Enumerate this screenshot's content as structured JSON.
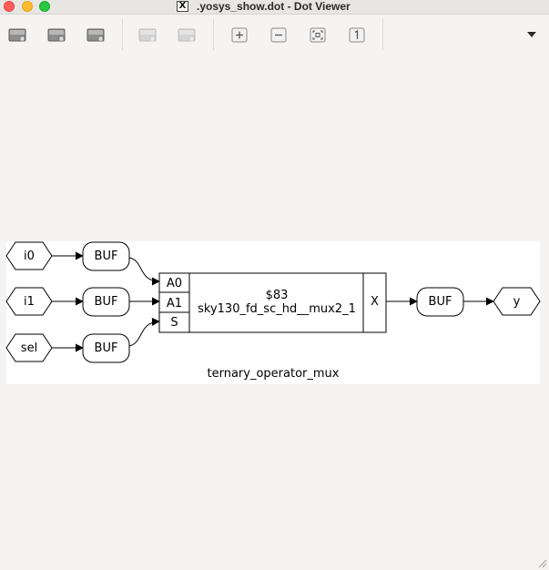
{
  "window": {
    "title": ".yosys_show.dot - Dot Viewer",
    "app_glyph": "X"
  },
  "toolbar": {
    "buttons": [
      {
        "name": "open-icon",
        "enabled": true
      },
      {
        "name": "save-icon",
        "enabled": true
      },
      {
        "name": "print-icon",
        "enabled": true
      },
      {
        "name": "back-icon",
        "enabled": false
      },
      {
        "name": "forward-icon",
        "enabled": false
      },
      {
        "name": "zoom-in-icon",
        "enabled": true
      },
      {
        "name": "zoom-out-icon",
        "enabled": true
      },
      {
        "name": "zoom-fit-icon",
        "enabled": true
      },
      {
        "name": "zoom-100-icon",
        "enabled": true
      }
    ],
    "overflow_icon": "chevron-down-icon"
  },
  "graph": {
    "caption": "ternary_operator_mux",
    "inputs": [
      {
        "label": "i0"
      },
      {
        "label": "i1"
      },
      {
        "label": "sel"
      }
    ],
    "input_buffers": [
      {
        "label": "BUF"
      },
      {
        "label": "BUF"
      },
      {
        "label": "BUF"
      }
    ],
    "cell": {
      "id": "$83",
      "type": "sky130_fd_sc_hd__mux2_1",
      "ports_in": [
        "A0",
        "A1",
        "S"
      ],
      "port_out": "X"
    },
    "output_buffer": {
      "label": "BUF"
    },
    "output": {
      "label": "y"
    }
  }
}
